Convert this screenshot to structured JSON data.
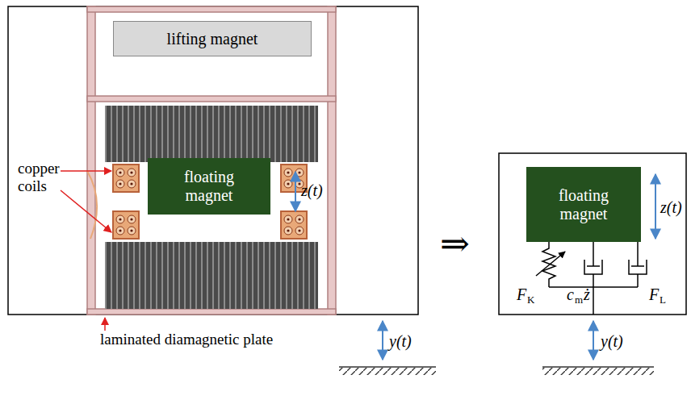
{
  "diagram": {
    "nodes": [
      {
        "text": [
          "lifting magnet"
        ]
      },
      {
        "text": [
          "floating magnet"
        ]
      },
      {
        "text": [
          "floating magnet"
        ]
      }
    ],
    "labels": [
      "copper coils",
      "laminated diamagnetic plate",
      "z(t)",
      "y(t)",
      "⇒",
      "z(t)",
      "F",
      "K",
      "c",
      "m",
      "ż",
      "F",
      "L",
      "y(t)"
    ]
  }
}
